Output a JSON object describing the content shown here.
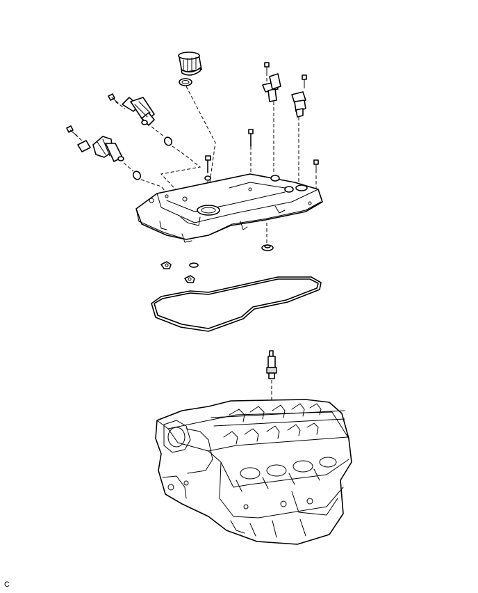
{
  "corner_code": "C",
  "parts": [
    "oil-filler-cap",
    "oil-filler-cap-gasket",
    "oil-control-valve-intake",
    "oil-control-valve-exhaust",
    "o-ring-intake",
    "o-ring-exhaust",
    "cam-position-sensor-intake",
    "cam-position-sensor-exhaust",
    "bolts",
    "stud-bolt",
    "cylinder-head-cover",
    "spark-plug-tube-gaskets",
    "cover-gasket",
    "spark-plug",
    "cylinder-head-assembly"
  ]
}
